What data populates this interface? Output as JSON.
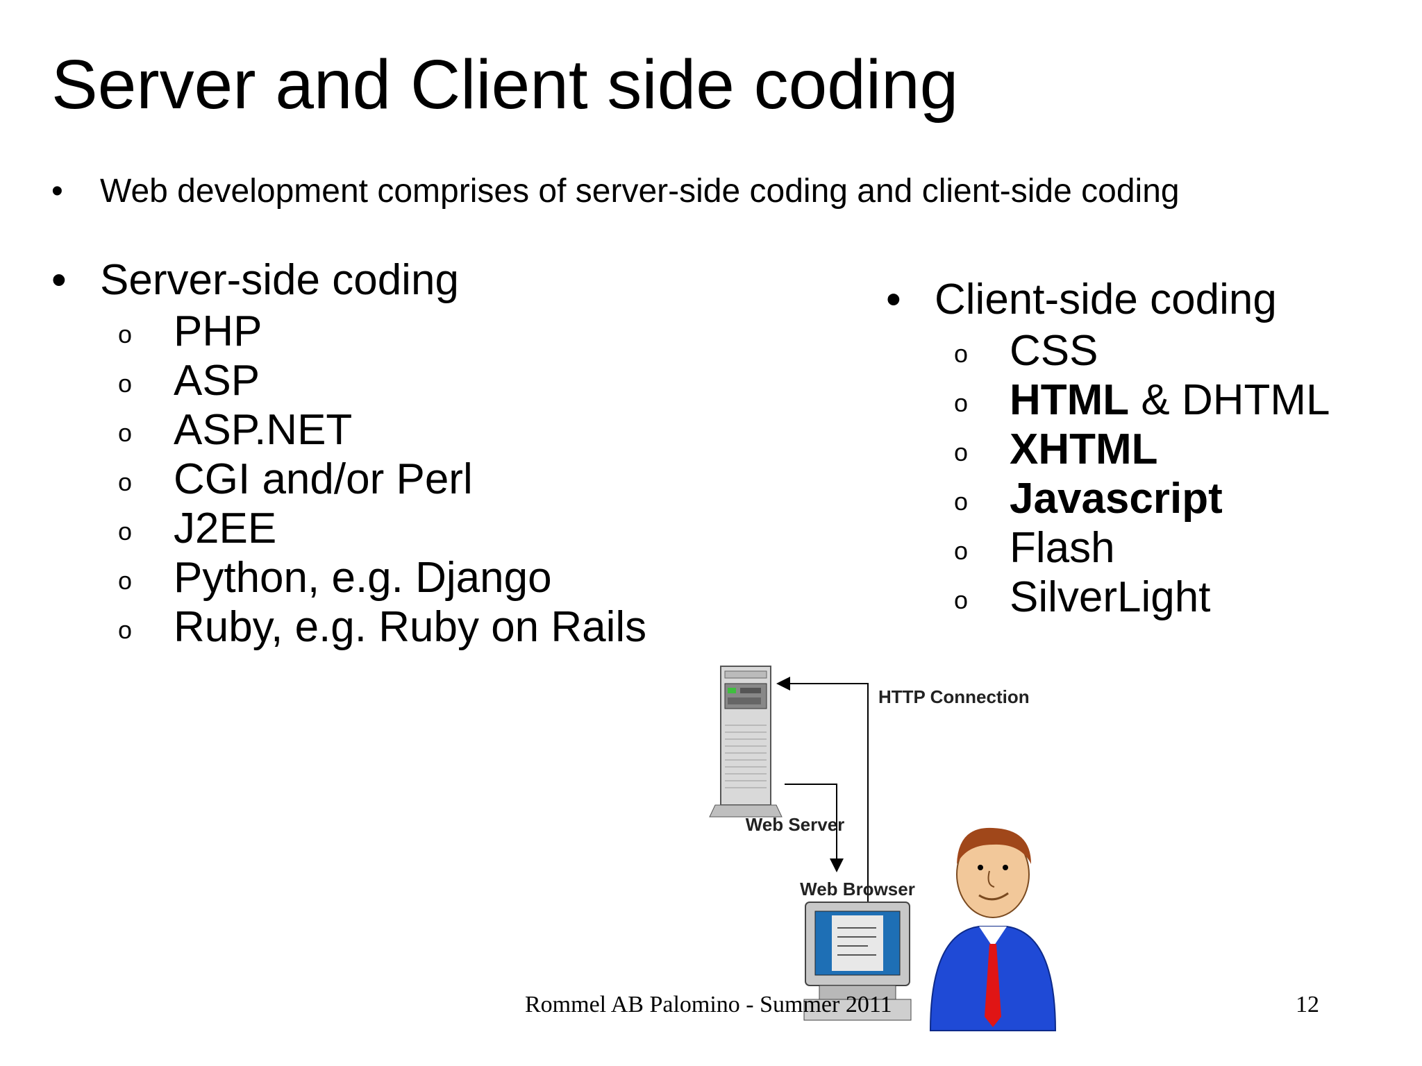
{
  "slide": {
    "title": "Server and Client side coding",
    "intro": "Web development comprises of server-side coding and client-side coding",
    "bullet": "•",
    "sub_bullet": "o"
  },
  "server": {
    "heading": "Server-side coding",
    "items": [
      "PHP",
      "ASP",
      "ASP.NET",
      "CGI and/or Perl",
      "J2EE",
      "Python, e.g. Django",
      "Ruby, e.g. Ruby on Rails"
    ]
  },
  "client": {
    "heading": "Client-side coding",
    "items": [
      {
        "bold": "",
        "rest": "CSS"
      },
      {
        "bold": "HTML",
        "rest": " & DHTML"
      },
      {
        "bold": "XHTML",
        "rest": ""
      },
      {
        "bold": "Javascript",
        "rest": ""
      },
      {
        "bold": "",
        "rest": "Flash"
      },
      {
        "bold": "",
        "rest": "SilverLight"
      }
    ]
  },
  "diagram": {
    "http_label": "HTTP Connection",
    "server_label": "Web Server",
    "browser_label": "Web Browser"
  },
  "footer": {
    "author": "Rommel AB Palomino - Summer 2011",
    "page_number": "12"
  }
}
